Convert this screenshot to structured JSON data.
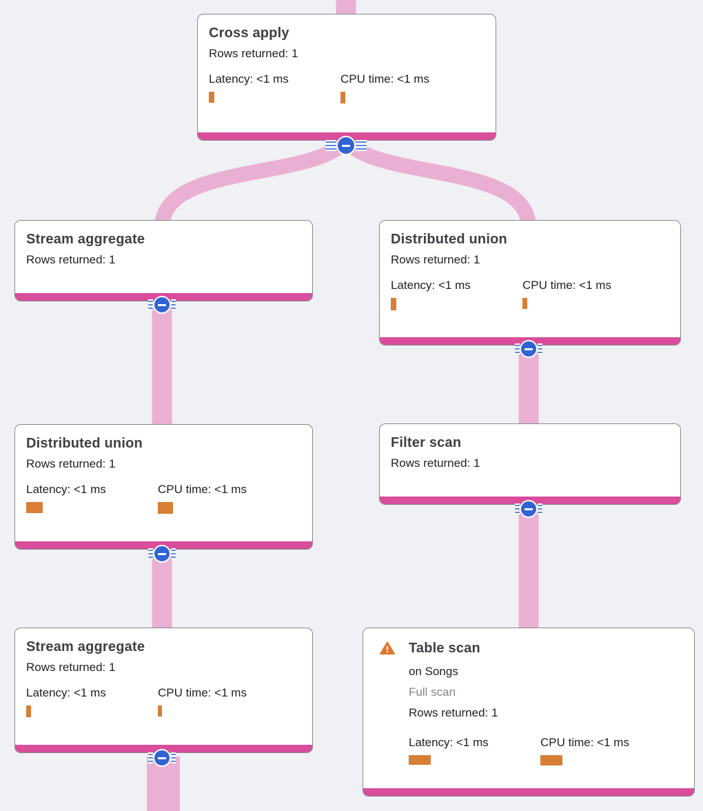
{
  "view": {
    "name": "Query execution plan graph"
  },
  "colors": {
    "background": "#f0f1f4",
    "card_border": "#85888c",
    "footer_pink": "#d94d9b",
    "edge_pink": "#eab0d3",
    "metric_orange": "#d87f35",
    "warning_orange": "#e1752c",
    "button_blue": "#3064d2",
    "stripe_blue": "#5b83d8",
    "title_text": "#3c4043",
    "body_text": "#202124",
    "muted_text": "#80868b"
  },
  "nodes": [
    {
      "id": "cross-apply",
      "title": "Cross apply",
      "rows_returned": "Rows returned: 1",
      "latency_label": "Latency: <1 ms",
      "cpu_label": "CPU time: <1 ms",
      "bars": {
        "latency": {
          "w": 8,
          "h": 16
        },
        "cpu": {
          "w": 7,
          "h": 17
        }
      }
    },
    {
      "id": "stream-aggregate-left",
      "title": "Stream aggregate",
      "rows_returned": "Rows returned: 1"
    },
    {
      "id": "distributed-union-right",
      "title": "Distributed union",
      "rows_returned": "Rows returned: 1",
      "latency_label": "Latency: <1 ms",
      "cpu_label": "CPU time: <1 ms",
      "bars": {
        "latency": {
          "w": 8,
          "h": 18
        },
        "cpu": {
          "w": 7,
          "h": 16
        }
      }
    },
    {
      "id": "distributed-union-left",
      "title": "Distributed union",
      "rows_returned": "Rows returned: 1",
      "latency_label": "Latency: <1 ms",
      "cpu_label": "CPU time: <1 ms",
      "bars": {
        "latency": {
          "w": 24,
          "h": 16
        },
        "cpu": {
          "w": 22,
          "h": 17
        }
      }
    },
    {
      "id": "filter-scan",
      "title": "Filter scan",
      "rows_returned": "Rows returned: 1"
    },
    {
      "id": "stream-aggregate-bottom",
      "title": "Stream aggregate",
      "rows_returned": "Rows returned: 1",
      "latency_label": "Latency: <1 ms",
      "cpu_label": "CPU time: <1 ms",
      "bars": {
        "latency": {
          "w": 7,
          "h": 17
        },
        "cpu": {
          "w": 6,
          "h": 16
        }
      }
    },
    {
      "id": "table-scan",
      "title": "Table scan",
      "on_table": "on Songs",
      "scan_type": "Full scan",
      "rows_returned": "Rows returned: 1",
      "latency_label": "Latency: <1 ms",
      "cpu_label": "CPU time: <1 ms",
      "has_warning": true,
      "bars": {
        "latency": {
          "w": 32,
          "h": 14
        },
        "cpu": {
          "w": 32,
          "h": 15
        }
      }
    }
  ],
  "edges": [
    {
      "from": "parent-offscreen",
      "to": "cross-apply"
    },
    {
      "from": "cross-apply",
      "to": "stream-aggregate-left"
    },
    {
      "from": "cross-apply",
      "to": "distributed-union-right"
    },
    {
      "from": "stream-aggregate-left",
      "to": "distributed-union-left"
    },
    {
      "from": "distributed-union-left",
      "to": "stream-aggregate-bottom"
    },
    {
      "from": "stream-aggregate-bottom",
      "to": "child-offscreen"
    },
    {
      "from": "distributed-union-right",
      "to": "filter-scan"
    },
    {
      "from": "filter-scan",
      "to": "table-scan"
    }
  ]
}
